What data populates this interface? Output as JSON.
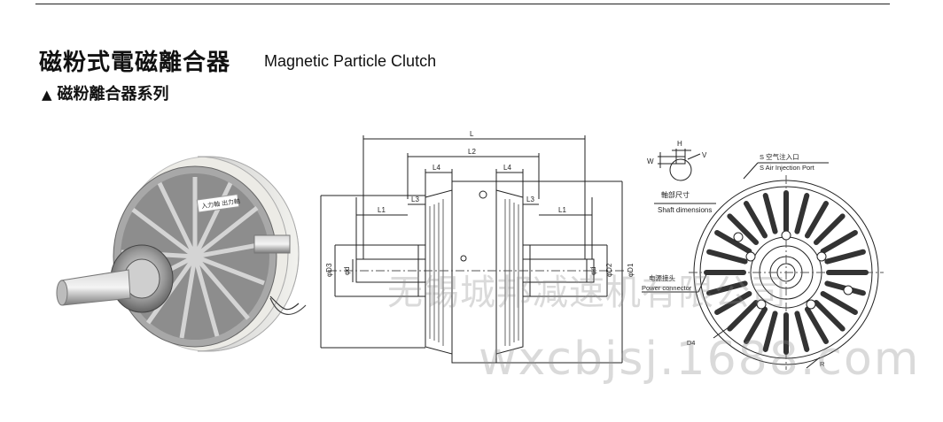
{
  "header": {
    "title_cn": "磁粉式電磁離合器",
    "title_en": "Magnetic Particle Clutch",
    "subtitle_marker": "▲",
    "subtitle": "磁粉離合器系列"
  },
  "photo": {
    "label_text": "入力軸 出力軸"
  },
  "drawing": {
    "dims": {
      "L": "L",
      "L2": "L2",
      "L4_left": "L4",
      "L4_right": "L4",
      "L1_left": "L1",
      "L3_left": "L3",
      "L3_right": "L3",
      "L1_right": "L1",
      "D3": "φD3",
      "d_left": "φd",
      "d_right": "φd",
      "D2": "φD2",
      "D1": "φD1"
    },
    "shaft_dimensions_cn": "軸部尺寸",
    "shaft_dimensions_en": "Shaft dimensions",
    "shaft_dims": {
      "H": "H",
      "W": "W",
      "V": "V"
    },
    "air_injection_cn": "S 空气注入口",
    "air_injection_en": "S  Air Injection Port",
    "power_connector_cn": "电源接头",
    "power_connector_en": "Power connector",
    "D4": "φD4",
    "R": "R"
  },
  "watermark": {
    "line1": "无锡城邦减速机有限公司",
    "line2": "wxcbjsj.1688.com"
  }
}
